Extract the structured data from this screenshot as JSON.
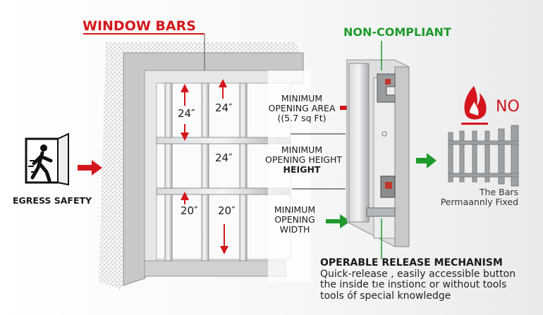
{
  "title": "WINDOW BARS",
  "status": "NON-COMPLIANT",
  "egress": {
    "label": "EGRESS SAFETY",
    "icon": "emergency-exit-icon"
  },
  "dimensions": {
    "top_left": "24″",
    "top_right": "24″",
    "middle": "24″",
    "bottom_left": "20″",
    "bottom_right": "20″"
  },
  "requirements": [
    {
      "lines": [
        "MINIMUM",
        "OPENING AREA",
        "((5.7 sq Ft)"
      ]
    },
    {
      "lines": [
        "MINIMUM",
        "OPENING HEIGHT",
        "HEIGHT"
      ]
    },
    {
      "lines": [
        "MINIMUM",
        "OPENING",
        "WIDTH"
      ]
    }
  ],
  "fixed_bars": {
    "no_label": "NO",
    "caption": [
      "The Bars",
      "Permaannly Fixed"
    ],
    "icon": "fire-icon"
  },
  "release": {
    "heading": "OPERABLE RELEASE MECHANISM",
    "body": [
      "Quick-release , easily accessible button",
      "the inside tıe instionc or without tools",
      "tools óf special knowledge"
    ]
  },
  "colors": {
    "red": "#d4161c",
    "green": "#1e9a2c",
    "metal": "#b9bcbf"
  }
}
